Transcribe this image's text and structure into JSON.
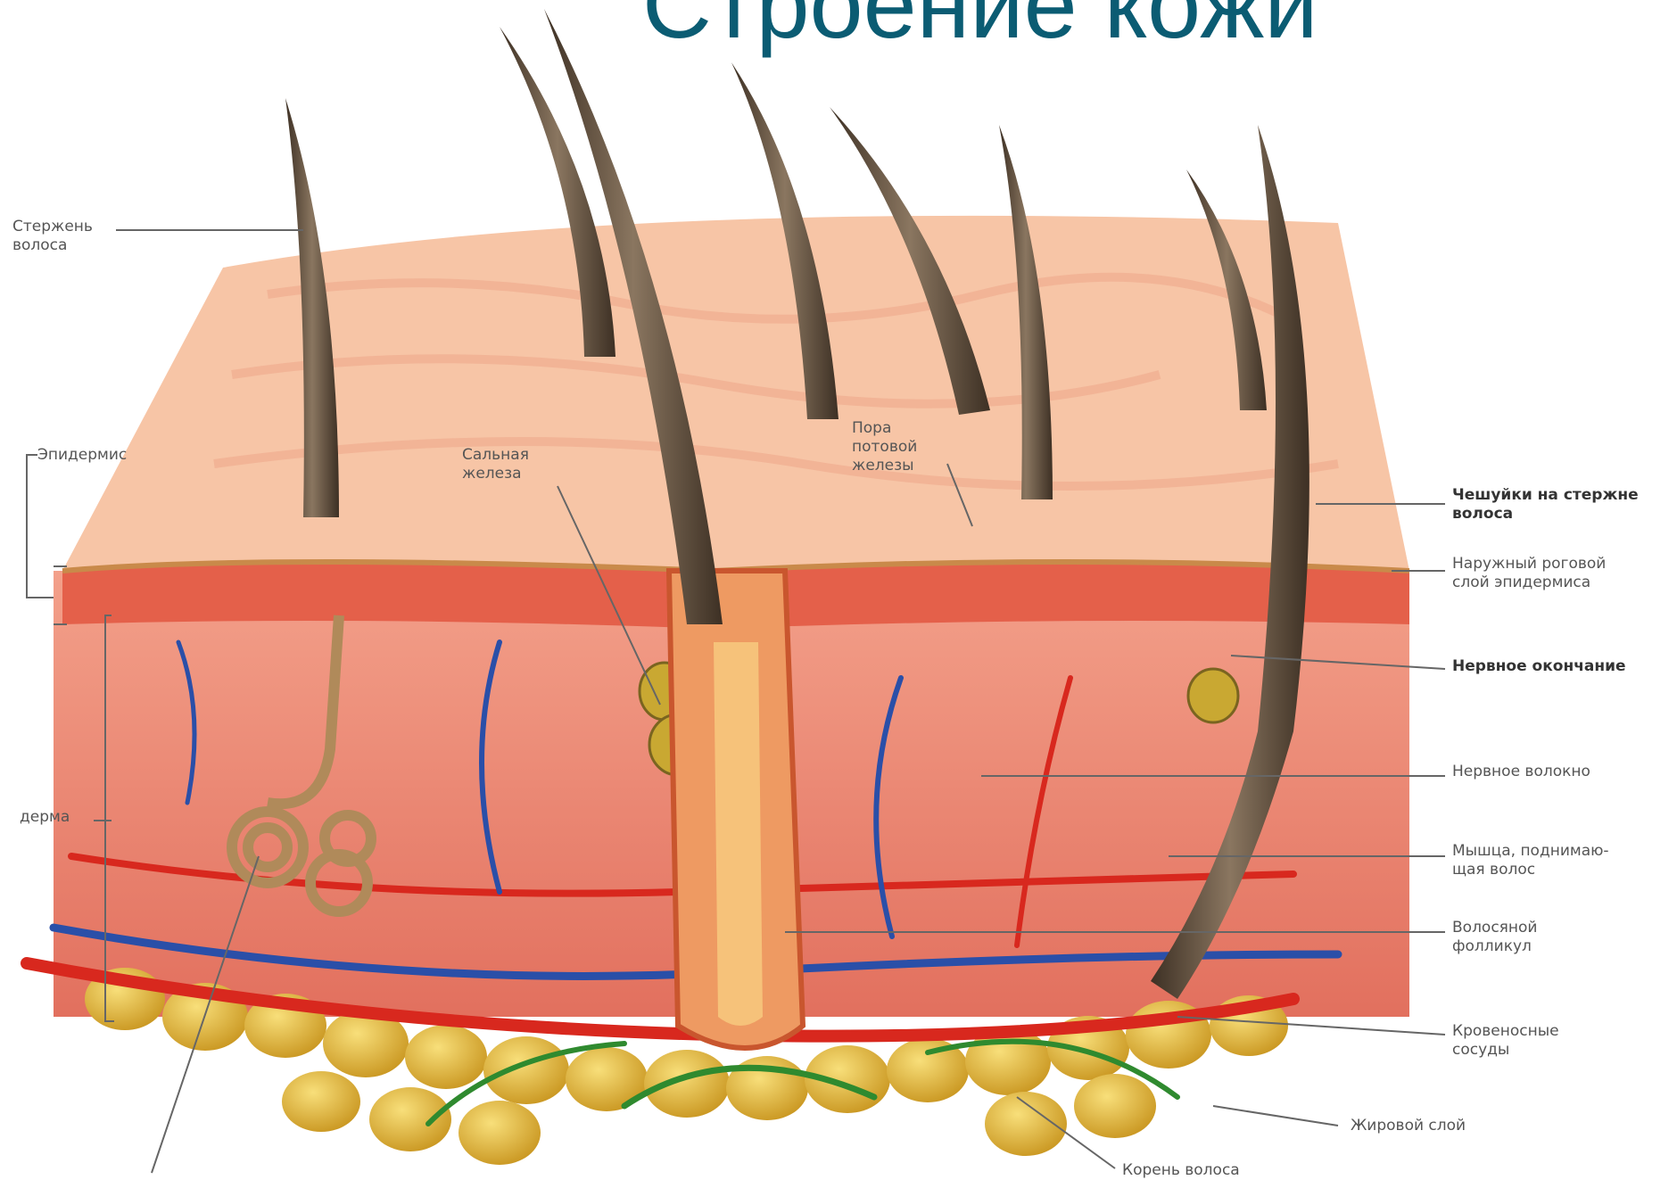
{
  "title": "Строение кожи",
  "labels": {
    "hair_shaft": "Стержень\nволоса",
    "epidermis": "Эпидермис",
    "sebaceous_gland": "Сальная\nжелеза",
    "sweat_pore": "Пора\nпотовой\nжелезы",
    "dermis": "дерма",
    "hair_scales": "Чешуйки на стержне\nволоса",
    "stratum_corneum": "Наружный роговой\nслой эпидермиса",
    "nerve_ending": "Нервное окончание",
    "nerve_fiber": "Нервное волокно",
    "arrector_muscle": "Мышца, поднимаю-\nщая волос",
    "hair_follicle": "Волосяной\nфолликул",
    "blood_vessels": "Кровеносные\nсосуды",
    "fat_layer": "Жировой слой",
    "hair_root": "Корень волоса"
  },
  "colors": {
    "title": "#0b5c73",
    "skin_surface": "#f7c5a6",
    "dermis": "#ee8f7a",
    "epidermis_band": "#e4604a",
    "hair": "#5b4a3a",
    "fat": "#e5b640",
    "artery": "#d8281e",
    "vein": "#2a4fa8",
    "nerve": "#2f8a2f"
  }
}
